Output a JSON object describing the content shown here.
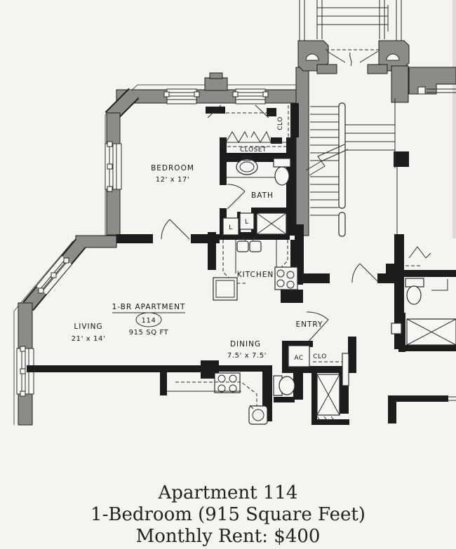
{
  "colors": {
    "paper": "#f5f4f1",
    "ink": "#1c1c1c",
    "wall_gray": "#8d8b87"
  },
  "plan": {
    "unit": {
      "label": "1-BR APARTMENT",
      "number": "114",
      "area": "915 SQ FT"
    },
    "rooms": {
      "bedroom": {
        "name": "BEDROOM",
        "dims": "12' x 17'"
      },
      "living": {
        "name": "LIVING",
        "dims": "21' x 14'"
      },
      "dining": {
        "name": "DINING",
        "dims": "7.5' x 7.5'"
      },
      "kitchen": {
        "name": "KITCHEN"
      },
      "bath": {
        "name": "BATH"
      },
      "closet": {
        "name": "CLOSET"
      },
      "entry": {
        "name": "ENTRY"
      }
    },
    "small_labels": {
      "clo_bedroom": "CLO",
      "clo_entry": "CLO",
      "ac": "AC",
      "linen_1": "L",
      "linen_2": "L"
    }
  },
  "caption": {
    "line1": "Apartment 114",
    "line2": "1-Bedroom (915 Square Feet)",
    "line3": "Monthly Rent: $400"
  }
}
